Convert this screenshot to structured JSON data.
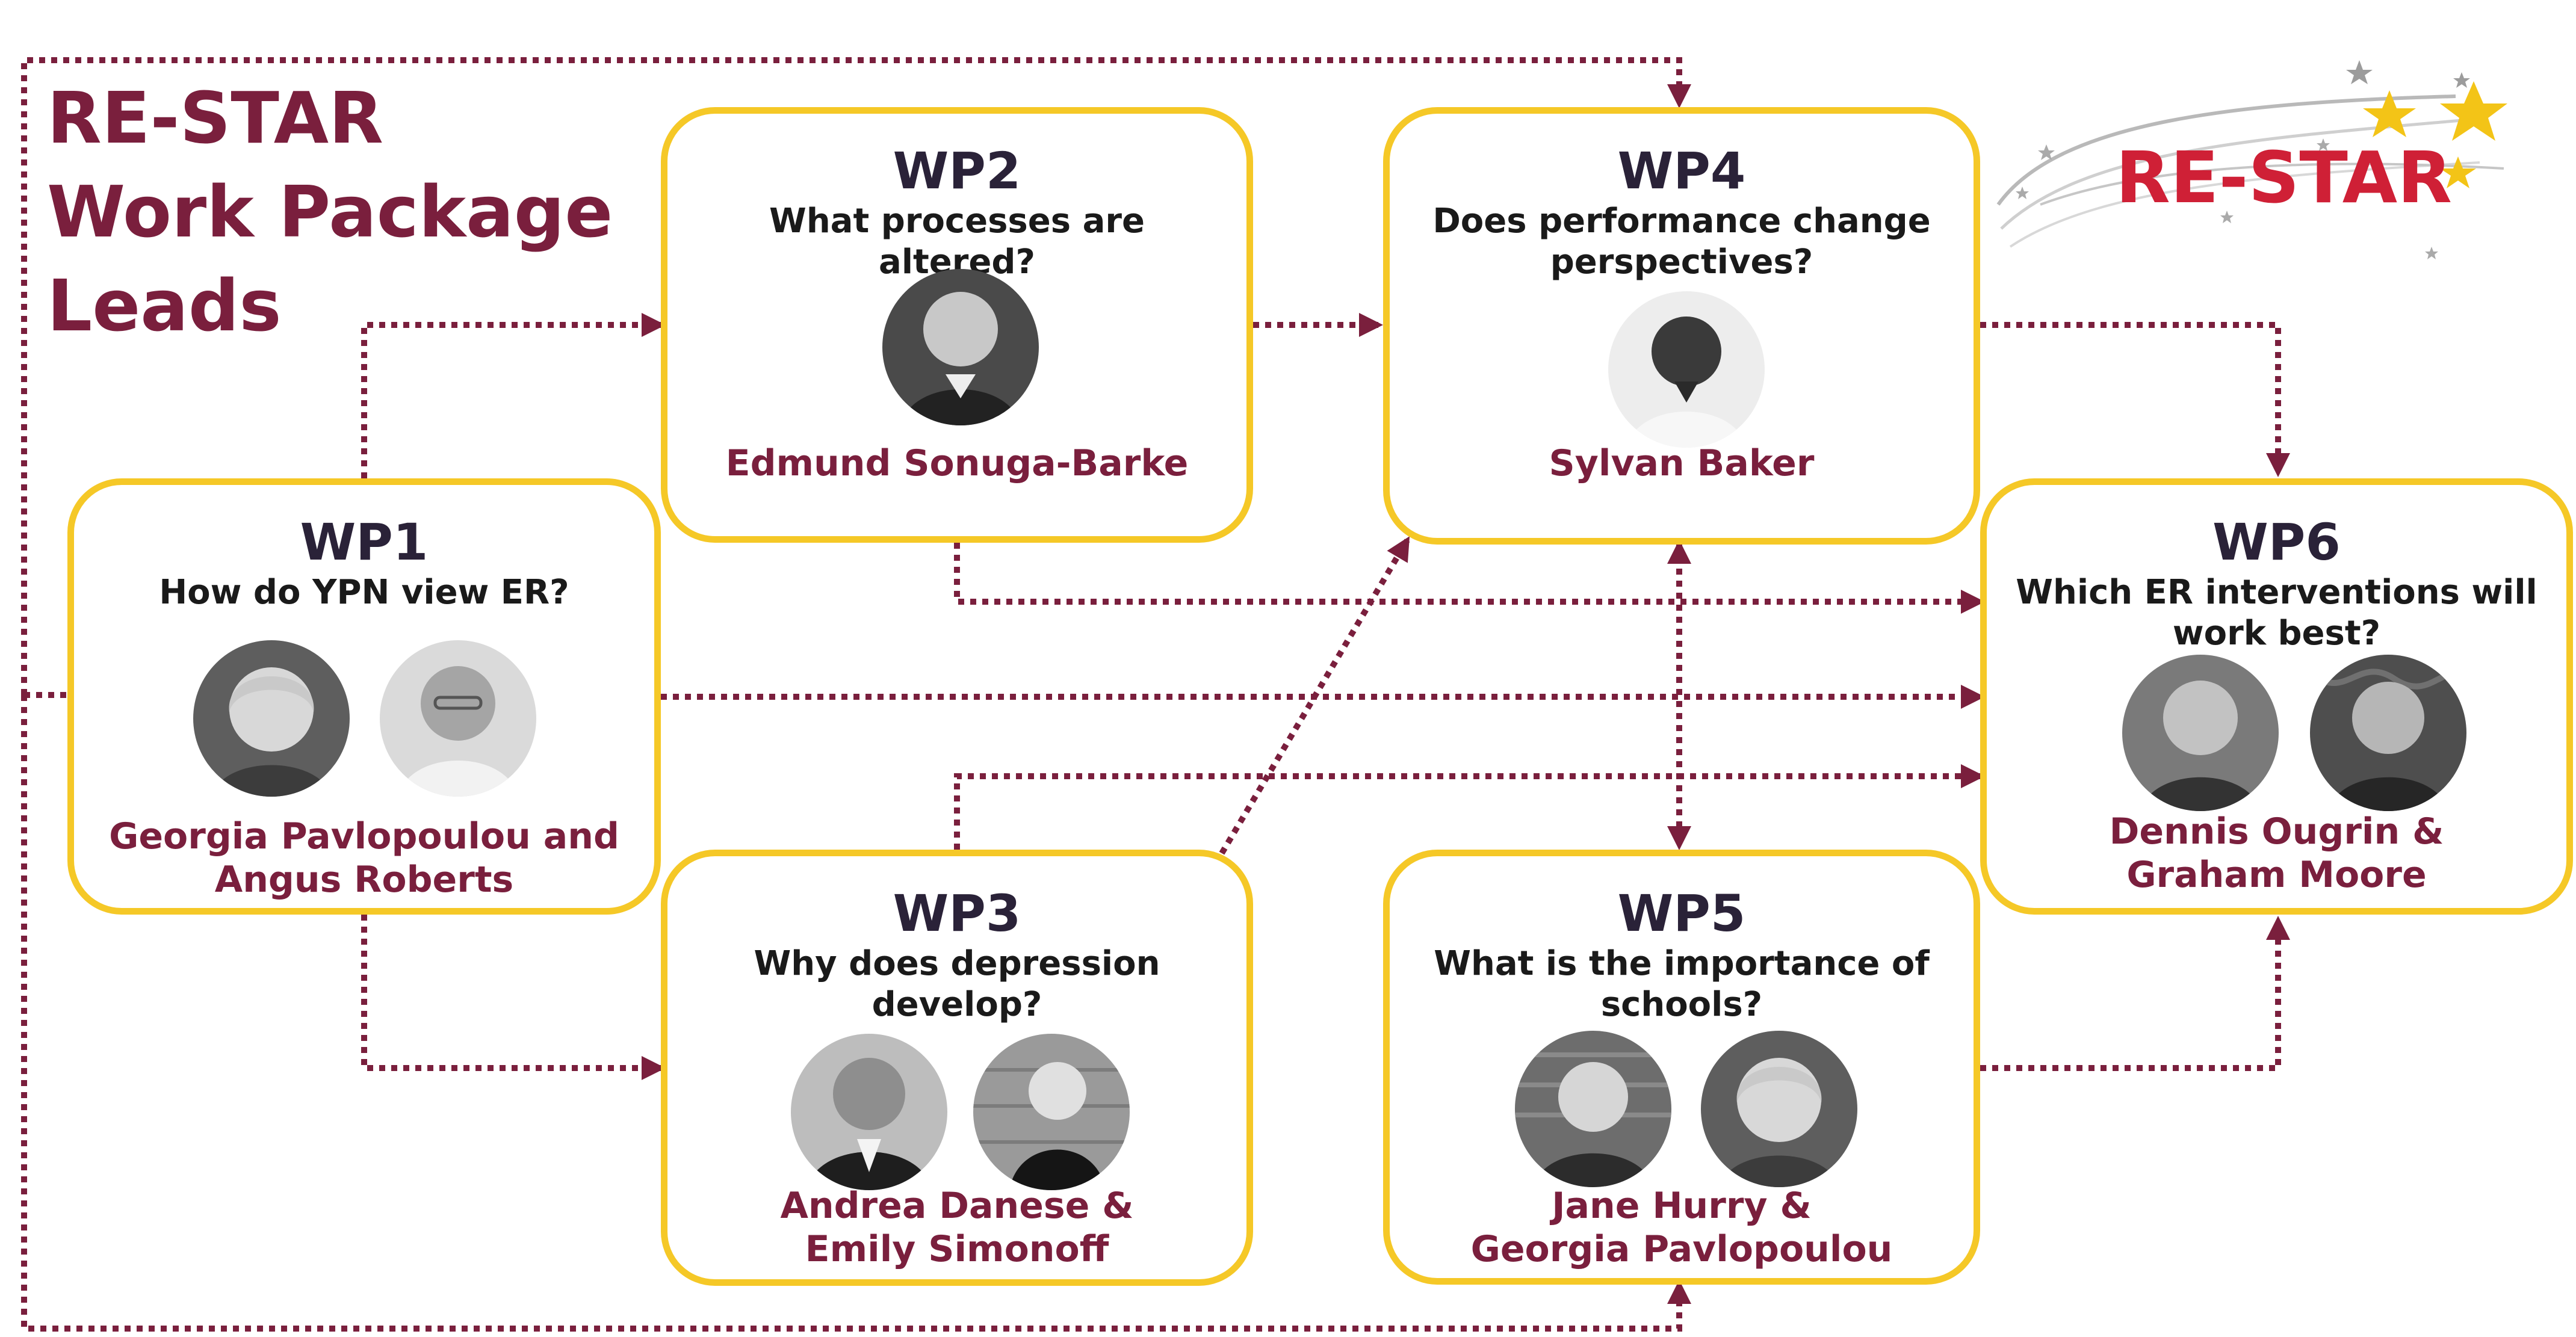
{
  "title": {
    "line1": "RE-STAR",
    "line2": "Work Package",
    "line3": "Leads"
  },
  "logo": {
    "text": "RE-STAR"
  },
  "colors": {
    "box_border": "#f5c827",
    "accent": "#7a1f3d",
    "heading": "#2a2238",
    "logo": "#cf2036"
  },
  "work_packages": {
    "wp1": {
      "title": "WP1",
      "question": "How do YPN view ER?",
      "lead_line1": "Georgia Pavlopoulou and",
      "lead_line2": "Angus Roberts"
    },
    "wp2": {
      "title": "WP2",
      "question": "What processes are altered?",
      "lead_line1": "Edmund Sonuga-Barke"
    },
    "wp3": {
      "title": "WP3",
      "question_line1": "Why does depression",
      "question_line2": "develop?",
      "lead_line1": "Andrea Danese &",
      "lead_line2": "Emily Simonoff"
    },
    "wp4": {
      "title": "WP4",
      "question_line1": "Does performance change",
      "question_line2": "perspectives?",
      "lead_line1": "Sylvan Baker"
    },
    "wp5": {
      "title": "WP5",
      "question_line1": "What is the importance of",
      "question_line2": "schools?",
      "lead_line1": "Jane Hurry &",
      "lead_line2": "Georgia Pavlopoulou"
    },
    "wp6": {
      "title": "WP6",
      "question_line1": "Which ER interventions will",
      "question_line2": "work best?",
      "lead_line1": "Dennis Ougrin &",
      "lead_line2": "Graham Moore"
    }
  }
}
